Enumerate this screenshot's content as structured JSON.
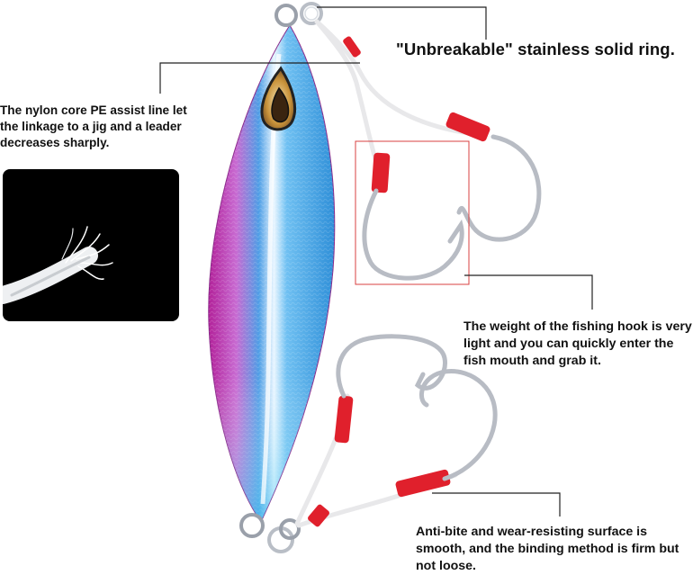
{
  "annotations": {
    "ring_title": "\"Unbreakable\" stainless solid ring.",
    "pe_line_note": "The nylon core PE assist line let the linkage to a jig and a leader decreases sharply.",
    "hook_weight_note": "The weight of the fishing hook is very light and you can quickly enter the fish mouth and grab it.",
    "anti_bite_note": "Anti-bite and wear-resisting surface is smooth, and the binding method is firm but not loose."
  },
  "colors": {
    "background": "#ffffff",
    "text": "#111111",
    "lure_blue": "#3fa8e8",
    "lure_pink": "#c02a9a",
    "lure_highlight": "#e8f6ff",
    "eye_gold": "#c8923a",
    "hook_steel": "#b8bcc4",
    "tube_red": "#e0202c",
    "callout_line": "#222222",
    "highlight_box": "#d94040"
  },
  "icons": {
    "lure": "fishing-jig-lure-icon",
    "assist_line_photo": "pe-fiber-strand-icon"
  }
}
